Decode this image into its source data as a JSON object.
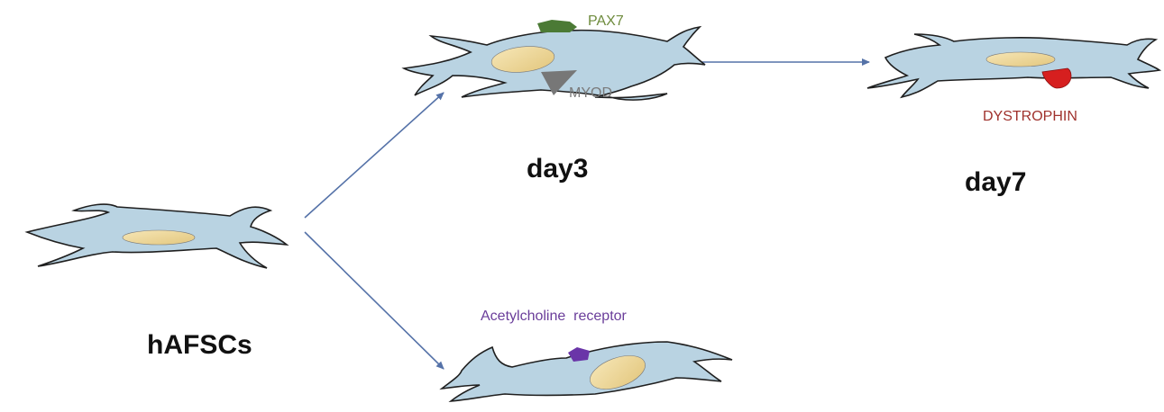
{
  "labels": {
    "source": "hAFSCs",
    "day3": "day3",
    "day7": "day7"
  },
  "markers": {
    "pax7": {
      "text": "PAX7",
      "color": "#6e8b3d"
    },
    "myod": {
      "text": "MYOD",
      "color": "#7a7a7a"
    },
    "dystrophin": {
      "text": "DYSTROPHIN",
      "color": "#a0322d"
    },
    "achr": {
      "text": "Acetylcholine  receptor",
      "color": "#6a3d9a"
    }
  },
  "colors": {
    "cell_fill": "#b9d3e2",
    "nucleus_fill": "#eed79a",
    "arrow": "#5572a8"
  }
}
